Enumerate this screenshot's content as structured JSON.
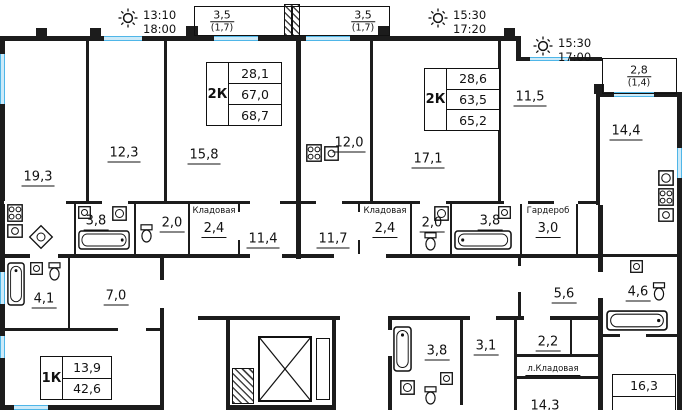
{
  "colors": {
    "wall": "#1c1c1c",
    "window": "#4fb6e8",
    "paper": "#ffffff"
  },
  "suns": [
    {
      "time1": "13:10",
      "time2": "18:00"
    },
    {
      "time1": "15:30",
      "time2": "17:20"
    },
    {
      "time1": "15:30",
      "time2": "17:00"
    }
  ],
  "balconies": [
    {
      "full": "3,5",
      "reduced": "(1,7)"
    },
    {
      "full": "3,5",
      "reduced": "(1,7)"
    },
    {
      "full": "2,8",
      "reduced": "(1,4)"
    }
  ],
  "apartments": [
    {
      "type": "2К",
      "rows": [
        "28,1",
        "67,0",
        "68,7"
      ]
    },
    {
      "type": "2К",
      "rows": [
        "28,6",
        "63,5",
        "65,2"
      ]
    },
    {
      "type": "1К",
      "rows": [
        "13,9",
        "42,6"
      ]
    },
    {
      "type": "",
      "rows": [
        "16,3"
      ]
    }
  ],
  "rooms": [
    {
      "area": "19,3"
    },
    {
      "area": "12,3"
    },
    {
      "area": "15,8"
    },
    {
      "area": "12,0"
    },
    {
      "area": "17,1"
    },
    {
      "area": "11,5"
    },
    {
      "area": "14,4"
    },
    {
      "area": "3,8"
    },
    {
      "area": "2,0"
    },
    {
      "name": "Кладовая",
      "area": "2,4"
    },
    {
      "area": "11,4"
    },
    {
      "area": "11,7"
    },
    {
      "name": "Кладовая",
      "area": "2,4"
    },
    {
      "area": "2,0"
    },
    {
      "area": "3,8"
    },
    {
      "name": "Гардероб",
      "area": "3,0"
    },
    {
      "area": "4,1"
    },
    {
      "area": "7,0"
    },
    {
      "area": "5,6"
    },
    {
      "area": "4,6"
    },
    {
      "area": "3,8"
    },
    {
      "area": "3,1"
    },
    {
      "area": "2,2"
    },
    {
      "name": "л.Кладовая"
    },
    {
      "area": "14,3"
    }
  ],
  "icons": {
    "sun": "sun-icon",
    "stove": "stove-icon",
    "sink": "sink-icon",
    "corner_sink": "corner-sink-icon",
    "bathtub": "bathtub-icon",
    "toilet": "toilet-icon",
    "washer": "washing-machine-icon",
    "elevator": "elevator-shaft-icon",
    "stairs": "stairs-hatch-icon"
  }
}
